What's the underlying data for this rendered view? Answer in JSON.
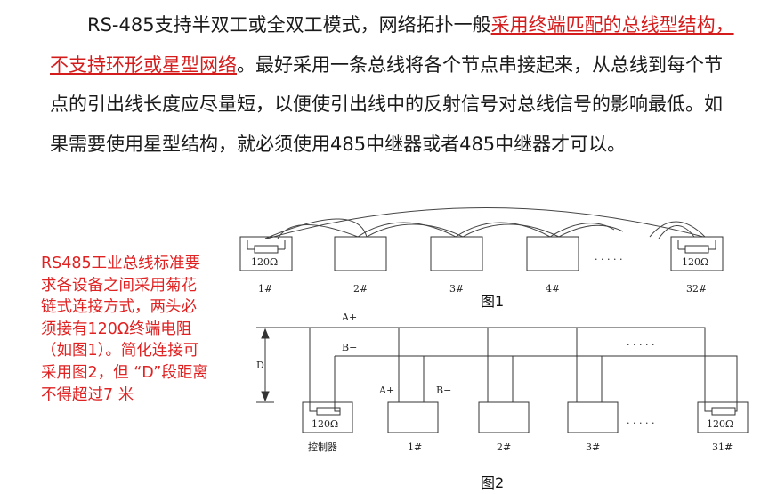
{
  "paragraph": {
    "part1": "RS-485支持半双工或全双工模式，网络拓扑一般",
    "part2": "采用终端匹配的总线型结构，不支持环形或星型网络",
    "part3": "。最好采用一条总线将各个节点串接起来，从总线到每个节点的引出线长度应尽量短，以便使引出线中的反射信号对总线信号的影响最低。如果需要使用星型结构，就必须使用485中继器或者485中继器才可以。"
  },
  "side_note": "RS485工业总线标准要求各设备之间采用菊花链式连接方式，两头必须接有120Ω终端电阻（如图1）。简化连接可采用图2，但 “D”段距离不得超过7 米",
  "figure1": {
    "caption": "图1",
    "resistor": "120Ω",
    "ellipsis": ". . . . .",
    "nodes": [
      "1#",
      "2#",
      "3#",
      "4#",
      "32#"
    ]
  },
  "figure2": {
    "caption": "图2",
    "line_a": "A+",
    "line_b": "B−",
    "distance": "D",
    "stub_a": "A+",
    "stub_b": "B−",
    "resistor": "120Ω",
    "ellipsis": ". . . . .",
    "controller": "控制器",
    "nodes": [
      "1#",
      "2#",
      "3#",
      "31#"
    ]
  },
  "colors": {
    "accent": "#d41c1c",
    "text": "#1a1a1a",
    "line": "#333333"
  }
}
